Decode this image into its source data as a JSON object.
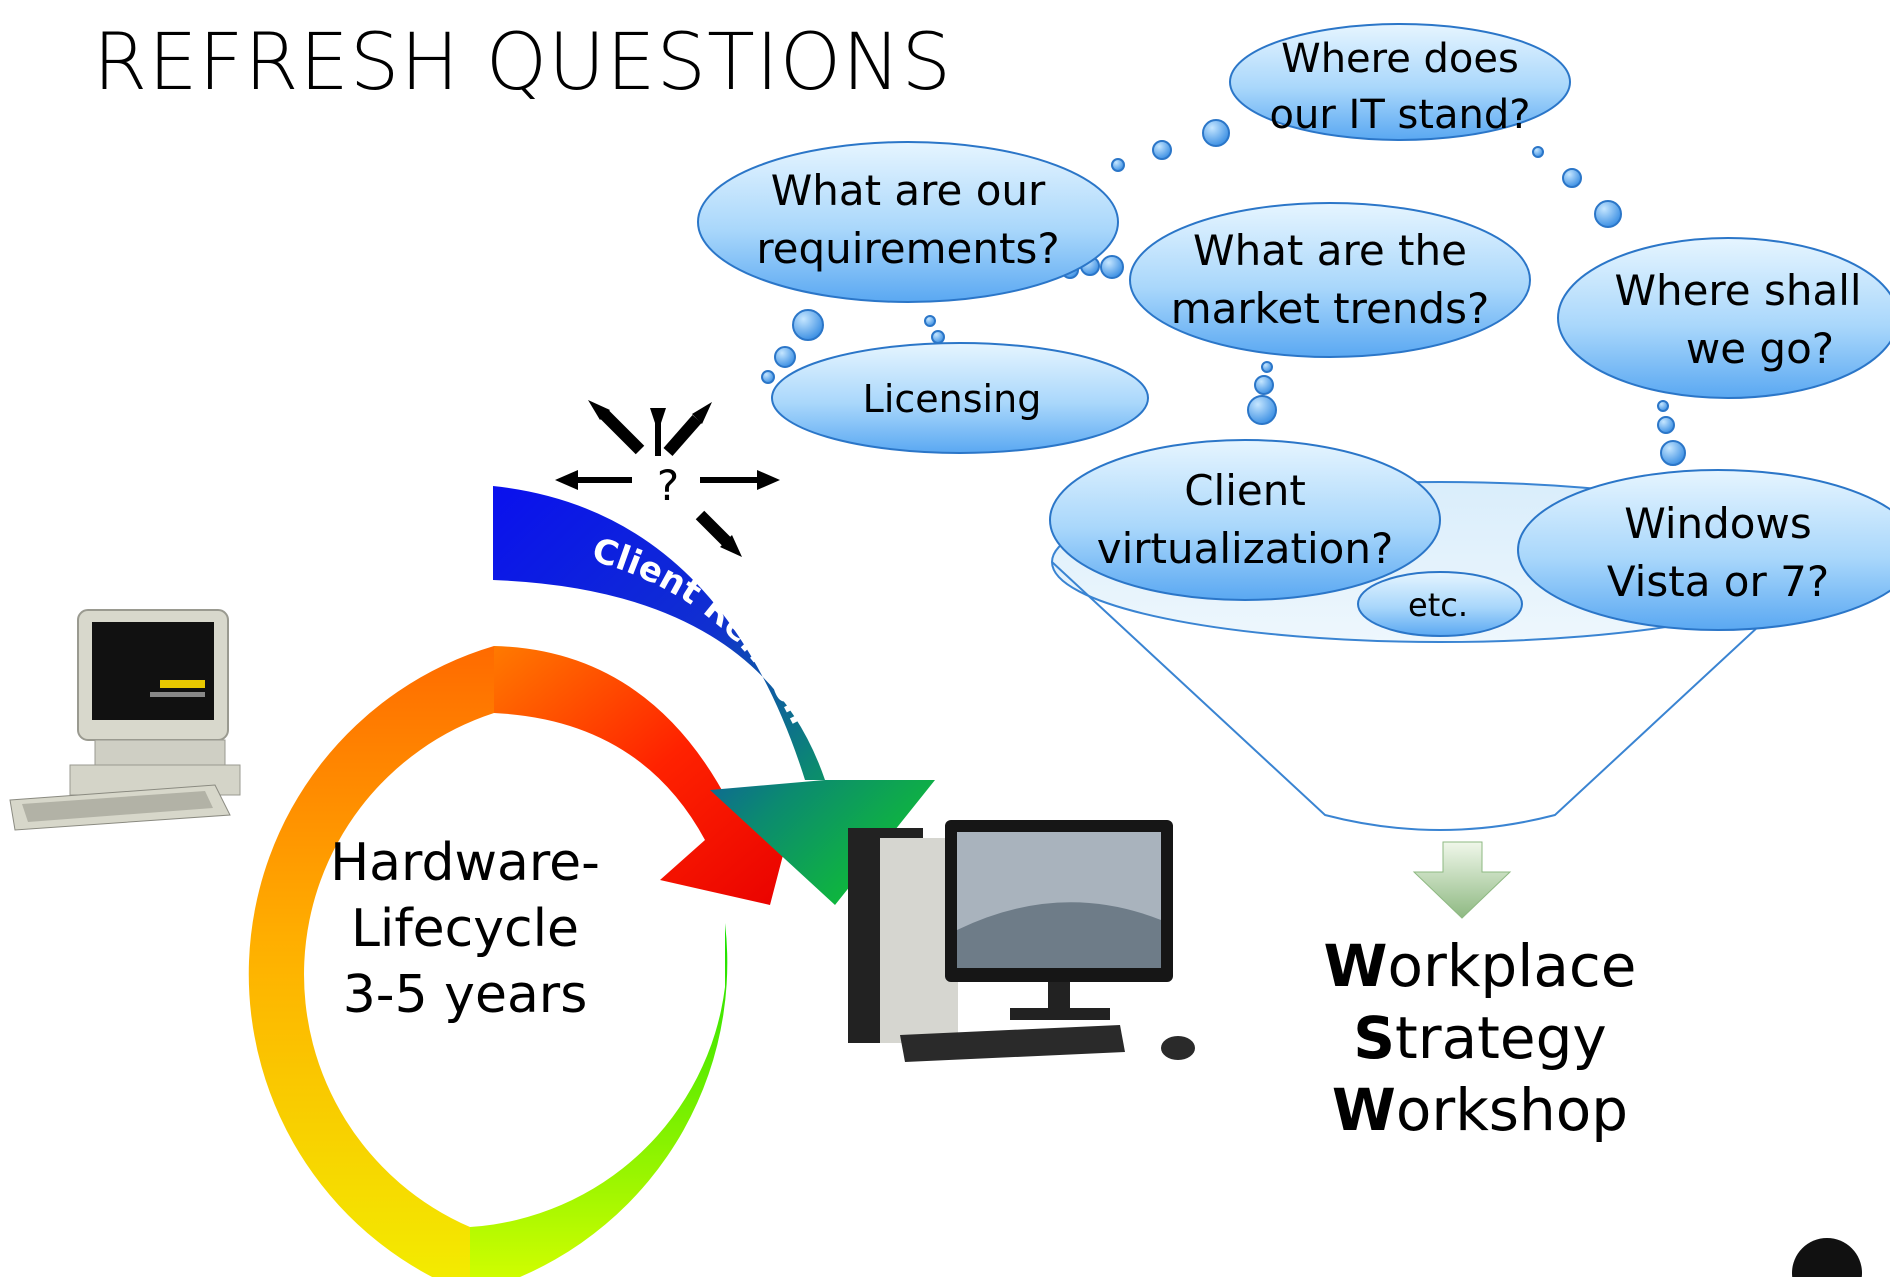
{
  "title": "REFRESH QUESTIONS",
  "lifecycle": {
    "line1": "Hardware-",
    "line2": "Lifecycle",
    "line3": "3-5 years"
  },
  "refresh_arrow": {
    "label": "Client Refresh"
  },
  "burst": {
    "label": "?"
  },
  "clouds": {
    "where_it_stands": [
      "Where does",
      "our IT stand?"
    ],
    "requirements": [
      "What are our",
      "requirements?"
    ],
    "market_trends": [
      "What are the",
      "market trends?"
    ],
    "where_go": [
      "Where shall",
      "we go?"
    ],
    "licensing": [
      "Licensing"
    ],
    "virtualization": [
      "Client",
      "virtualization?"
    ],
    "windows": [
      "Windows",
      "Vista or 7?"
    ],
    "etc": [
      "etc."
    ]
  },
  "workshop": {
    "line1_bold": "W",
    "line1_rest": "orkplace",
    "line2_bold": "S",
    "line2_rest": "trategy",
    "line3_bold": "W",
    "line3_rest": "orkshop"
  },
  "colors": {
    "cloud_top": "#e6f5ff",
    "cloud_bottom": "#5aa8f2",
    "cloud_stroke": "#2b76c8",
    "ring_orange": "#ff8a00",
    "ring_yellow": "#e8ff00",
    "ring_green": "#18e000",
    "refresh_blue": "#0a12e8",
    "refresh_green": "#10c020",
    "red_arrow": "#ff1a00"
  }
}
